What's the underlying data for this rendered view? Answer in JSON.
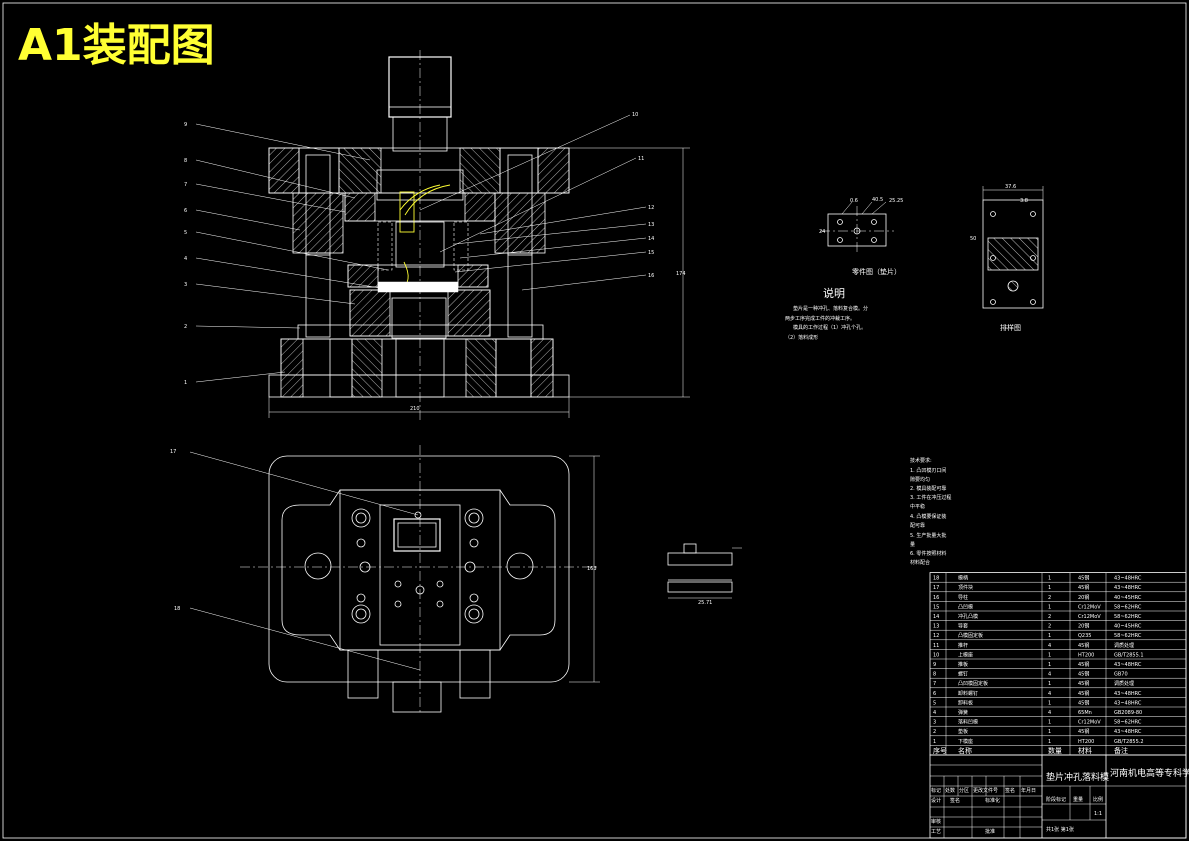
{
  "title": "A1装配图",
  "callouts_upper": [
    "9",
    "8",
    "7",
    "6",
    "5",
    "4",
    "3",
    "2",
    "1",
    "10",
    "11",
    "12",
    "13",
    "14",
    "15",
    "16"
  ],
  "callouts_lower": [
    "17",
    "18"
  ],
  "dims": {
    "main_width": "210",
    "main_height": "174",
    "plan_height": "163",
    "part_a": "0.6",
    "part_b": "40.5",
    "part_c": "25.25",
    "part_d": "24",
    "strip_width": "37.6",
    "strip_feed": "3.8",
    "strip_height": "50",
    "section_len": "25.71"
  },
  "labels": {
    "workpiece": "零件图（垫片）",
    "layout": "排样图"
  },
  "notes_title": "说明",
  "notes_lines": [
    "垫片是一种冲孔、落料复合模。分",
    "两步工序完成工件的冲裁工序。",
    "模具的工作过程（1）冲孔个孔。",
    "（2）落料成形"
  ],
  "tech_title": "技术要求:",
  "tech_lines": [
    "1. 凸凹模刃口间",
    "隙要均匀",
    "2. 模具装配可靠",
    "3. 工件在冲压过程",
    "中平稳",
    "4. 凸模要保证装",
    "配可靠",
    "5. 生产批量大批",
    "量",
    "6. 零件按照材料",
    "材料配合"
  ],
  "bom_rows": [
    {
      "no": "18",
      "name": "模柄",
      "qty": "1",
      "mat": "45钢",
      "note": "43~48HRC"
    },
    {
      "no": "17",
      "name": "顶件块",
      "qty": "1",
      "mat": "45钢",
      "note": "43~48HRC"
    },
    {
      "no": "16",
      "name": "导柱",
      "qty": "2",
      "mat": "20钢",
      "note": "40~45HRC"
    },
    {
      "no": "15",
      "name": "凸凹模",
      "qty": "1",
      "mat": "Cr12MoV",
      "note": "58~62HRC"
    },
    {
      "no": "14",
      "name": "冲孔凸模",
      "qty": "2",
      "mat": "Cr12MoV",
      "note": "58~62HRC"
    },
    {
      "no": "13",
      "name": "导套",
      "qty": "2",
      "mat": "20钢",
      "note": "40~45HRC"
    },
    {
      "no": "12",
      "name": "凸模固定板",
      "qty": "1",
      "mat": "Q235",
      "note": "58~62HRC"
    },
    {
      "no": "11",
      "name": "推杆",
      "qty": "4",
      "mat": "45钢",
      "note": "调质处理"
    },
    {
      "no": "10",
      "name": "上模座",
      "qty": "1",
      "mat": "HT200",
      "note": "GB/T2855.1"
    },
    {
      "no": "9",
      "name": "推板",
      "qty": "1",
      "mat": "45钢",
      "note": "43~48HRC"
    },
    {
      "no": "8",
      "name": "螺钉",
      "qty": "4",
      "mat": "45钢",
      "note": "GB70"
    },
    {
      "no": "7",
      "name": "凸凹模固定板",
      "qty": "1",
      "mat": "45钢",
      "note": "调质处理"
    },
    {
      "no": "6",
      "name": "卸料螺钉",
      "qty": "4",
      "mat": "45钢",
      "note": "43~48HRC"
    },
    {
      "no": "5",
      "name": "卸料板",
      "qty": "1",
      "mat": "45钢",
      "note": "43~48HRC"
    },
    {
      "no": "4",
      "name": "弹簧",
      "qty": "4",
      "mat": "65Mn",
      "note": "GB2089-80"
    },
    {
      "no": "3",
      "name": "落料凹模",
      "qty": "1",
      "mat": "Cr12MoV",
      "note": "58~62HRC"
    },
    {
      "no": "2",
      "name": "垫板",
      "qty": "1",
      "mat": "45钢",
      "note": "43~48HRC"
    },
    {
      "no": "1",
      "name": "下模座",
      "qty": "1",
      "mat": "HT200",
      "note": "GB/T2855.2"
    }
  ],
  "bom_header": {
    "no": "序号",
    "name": "名称",
    "qty": "数量",
    "mat": "材料",
    "note": "备注"
  },
  "title_block": {
    "drawing_name": "垫片冲孔落料模",
    "school": "河南机电高等专科学校",
    "r1": [
      "标记",
      "处数",
      "分区",
      "更改文件号",
      "签名",
      "年月日"
    ],
    "r2": [
      "设计",
      "签名",
      "标准化"
    ],
    "r3": [
      "审核"
    ],
    "r4": [
      "工艺",
      "批准"
    ],
    "stage": "阶段标记",
    "weight": "重量",
    "scale": "比例",
    "scale_val": "1:1",
    "sheet": "共1张 第1张"
  }
}
